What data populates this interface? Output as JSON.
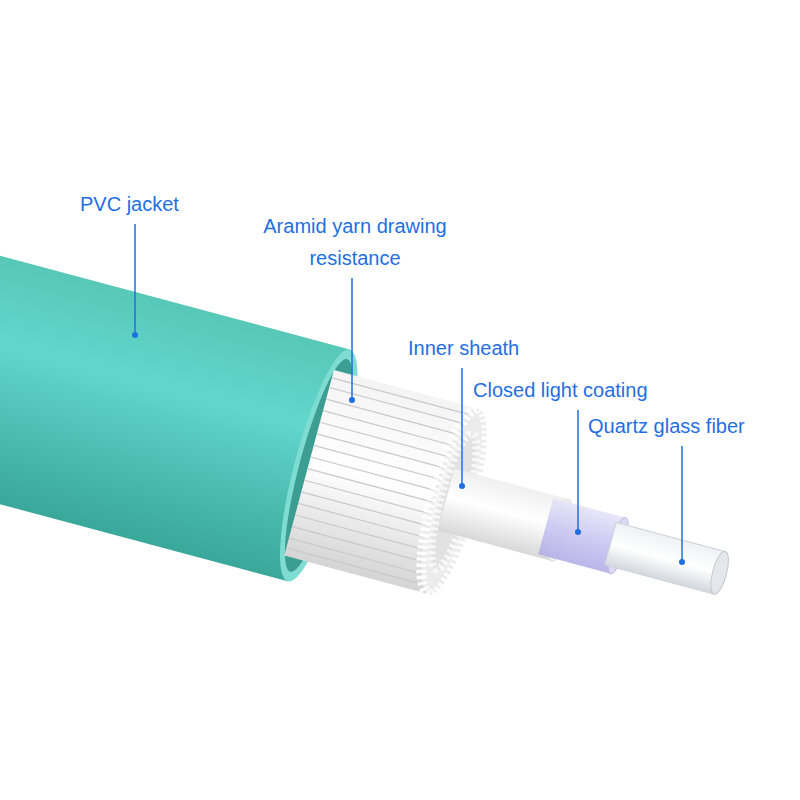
{
  "diagram": {
    "labels": [
      "PVC jacket",
      "Aramid yarn drawing resistance",
      "Inner sheath",
      "Closed light coating",
      "Quartz glass fiber"
    ]
  }
}
